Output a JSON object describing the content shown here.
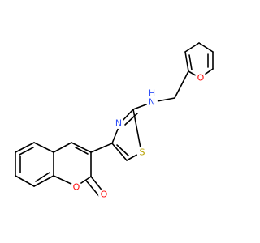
{
  "colors": {
    "bond": "#000000",
    "O": "#ff0d0d",
    "N": "#3050f8",
    "S": "#b8a100",
    "background": "#ffffff"
  },
  "atoms": {
    "furan_o": "O",
    "nh": "N",
    "nh_h": "H",
    "thiazole_n": "N",
    "thiazole_s": "S",
    "ring_o": "O",
    "carbonyl_o": "O"
  }
}
